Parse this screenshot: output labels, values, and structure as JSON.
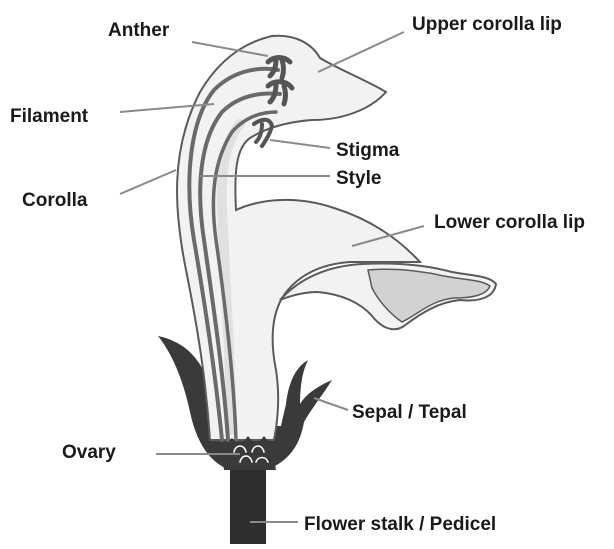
{
  "labels": {
    "anther": "Anther",
    "upper_lip": "Upper corolla lip",
    "filament": "Filament",
    "stigma": "Stigma",
    "corolla": "Corolla",
    "style": "Style",
    "lower_lip": "Lower corolla lip",
    "sepal": "Sepal / Tepal",
    "ovary": "Ovary",
    "pedicel": "Flower stalk / Pedicel"
  },
  "colors": {
    "corolla_fill": "#f2f2f2",
    "corolla_outline": "#5a5a5a",
    "lower_lip_patch": "#d2d2d2",
    "sepal": "#3a3a3a",
    "stalk": "#2e2e2e",
    "leader_line": "#8a8a8a",
    "text": "#1a1a1a"
  }
}
